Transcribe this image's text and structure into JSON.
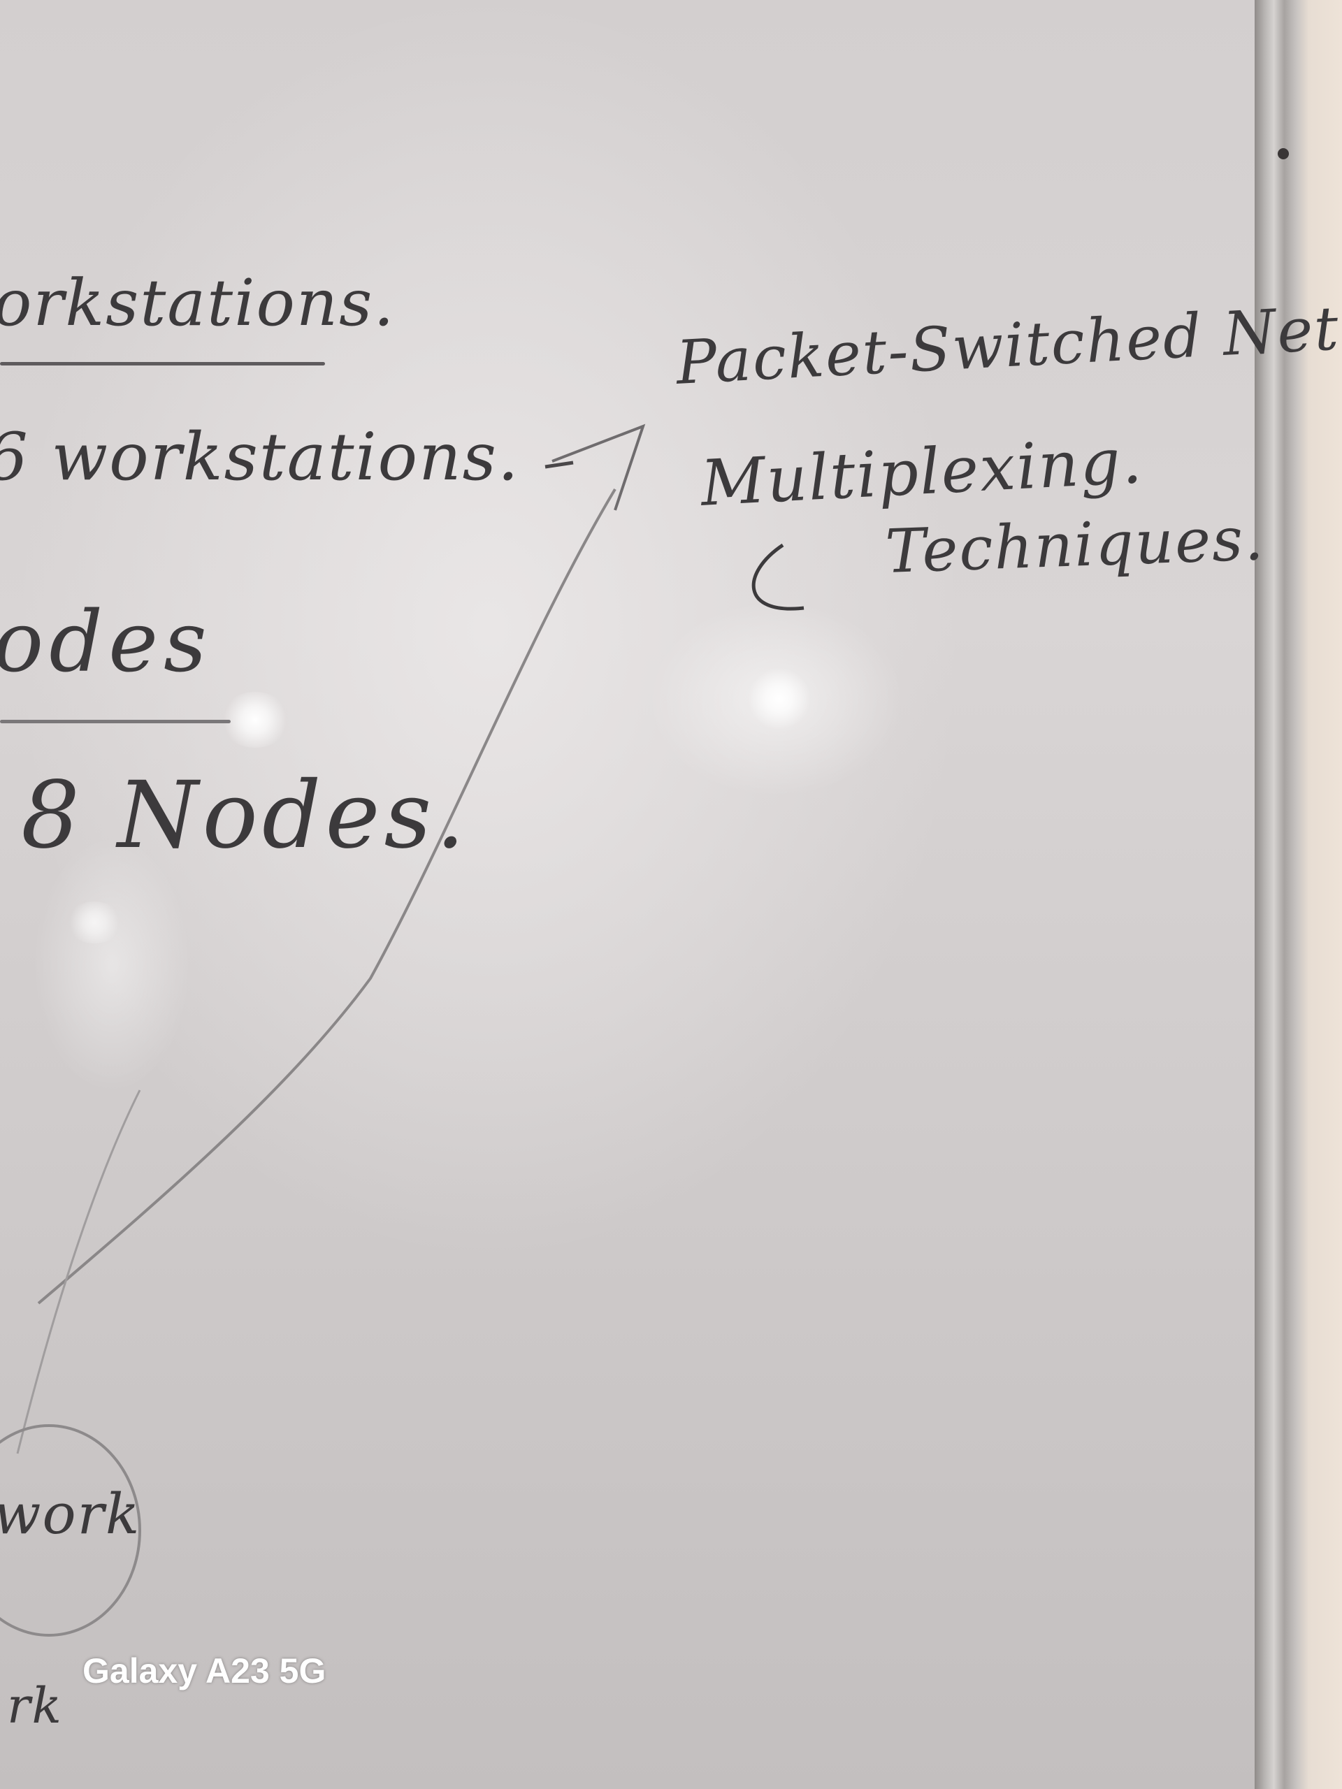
{
  "notes": {
    "line1": "orkstations.",
    "line2": "6 workstations.",
    "line3": "odes",
    "line4": "8 Nodes.",
    "circle_word": "work",
    "right_title": "Packet-Switched Network",
    "right_line2": "Multiplexing.",
    "right_line3": "Techniques.",
    "bottom_fragment": "rk"
  },
  "camera": {
    "watermark": "Galaxy A23 5G"
  },
  "colors": {
    "ink": "#3c3a3c",
    "board": "#d3cfcf",
    "frame": "#a7a3a1"
  }
}
